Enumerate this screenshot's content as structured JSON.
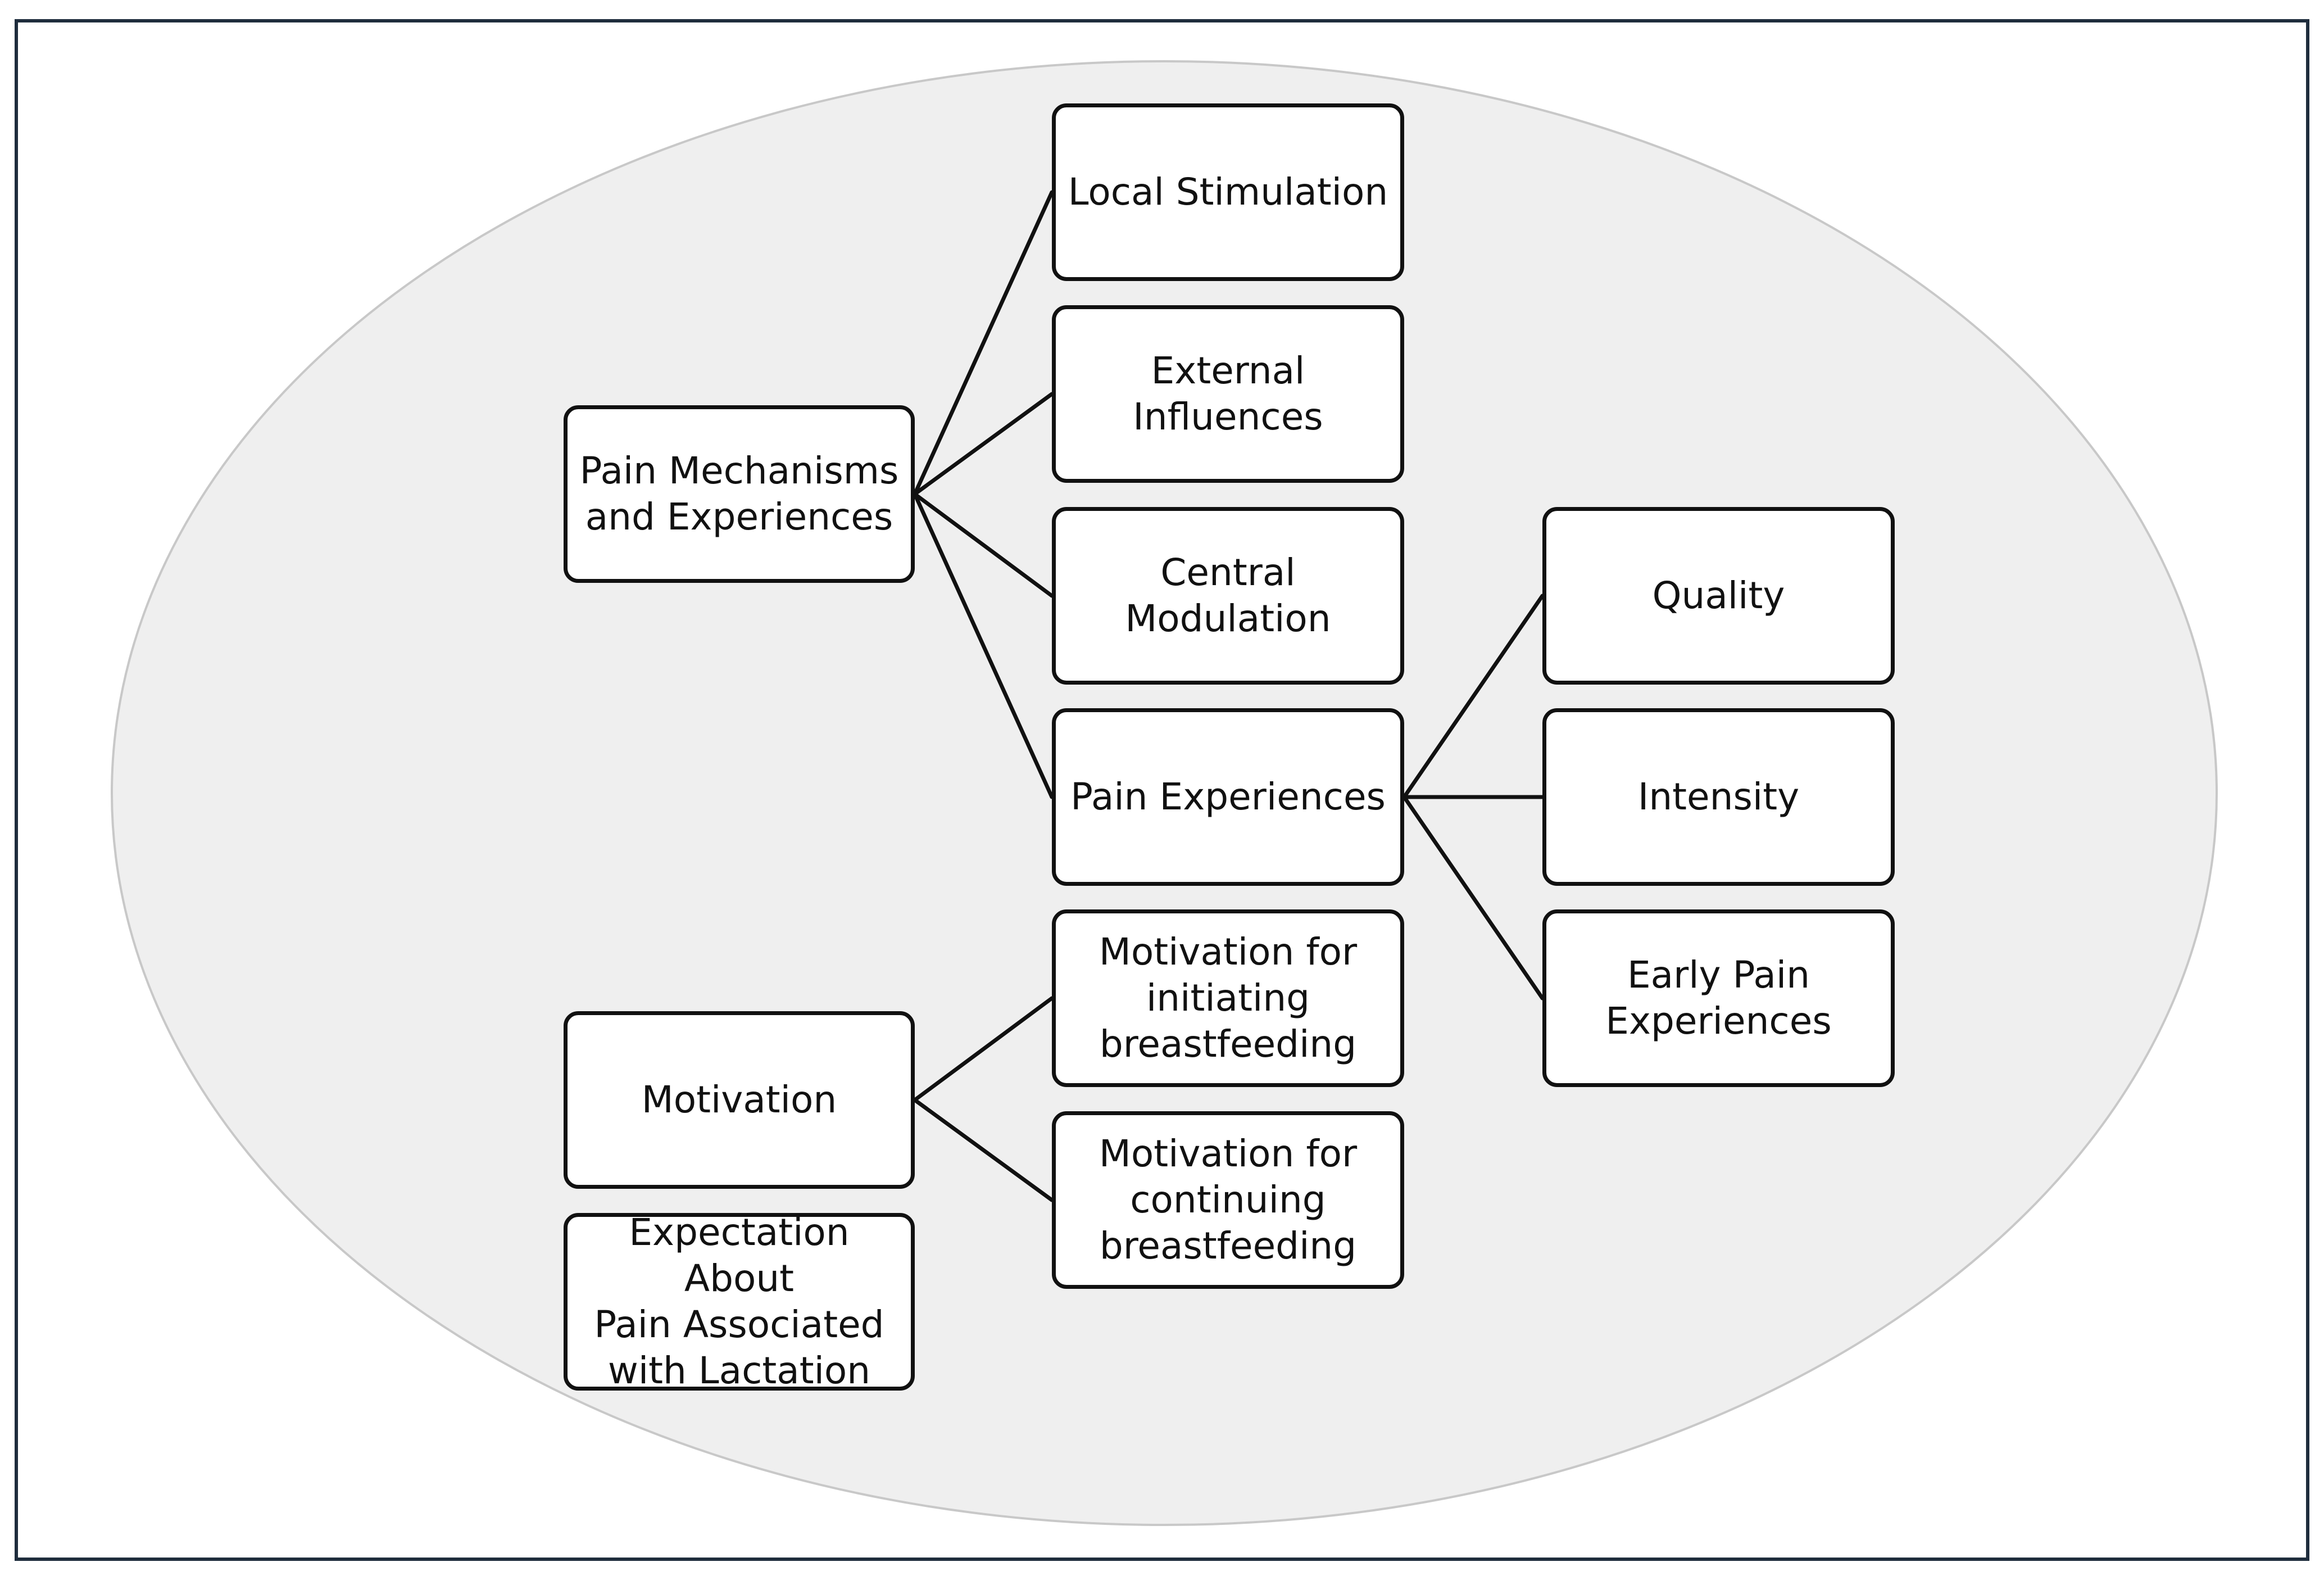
{
  "nodes": {
    "pain_mechanisms": "Pain Mechanisms\nand Experiences",
    "local_stimulation": "Local Stimulation",
    "external_influences": "External\nInfluences",
    "central_modulation": "Central\nModulation",
    "pain_experiences": "Pain Experiences",
    "quality": "Quality",
    "intensity": "Intensity",
    "early_pain_experiences": "Early Pain\nExperiences",
    "motivation": "Motivation",
    "motivation_initiating": "Motivation for\ninitiating\nbreastfeeding",
    "motivation_continuing": "Motivation for\ncontinuing\nbreastfeeding",
    "expectation": "Expectation About\nPain Associated\nwith Lactation"
  },
  "edges": [
    {
      "from": "pain_mechanisms",
      "to": "local_stimulation"
    },
    {
      "from": "pain_mechanisms",
      "to": "external_influences"
    },
    {
      "from": "pain_mechanisms",
      "to": "central_modulation"
    },
    {
      "from": "pain_mechanisms",
      "to": "pain_experiences"
    },
    {
      "from": "pain_experiences",
      "to": "quality"
    },
    {
      "from": "pain_experiences",
      "to": "intensity"
    },
    {
      "from": "pain_experiences",
      "to": "early_pain_experiences"
    },
    {
      "from": "motivation",
      "to": "motivation_initiating"
    },
    {
      "from": "motivation",
      "to": "motivation_continuing"
    }
  ],
  "colors": {
    "frame_border": "#1f2d3d",
    "ellipse_fill": "#efefef",
    "ellipse_stroke": "#c8c8c8",
    "node_border": "#111111",
    "node_fill": "#ffffff",
    "line": "#111111"
  }
}
